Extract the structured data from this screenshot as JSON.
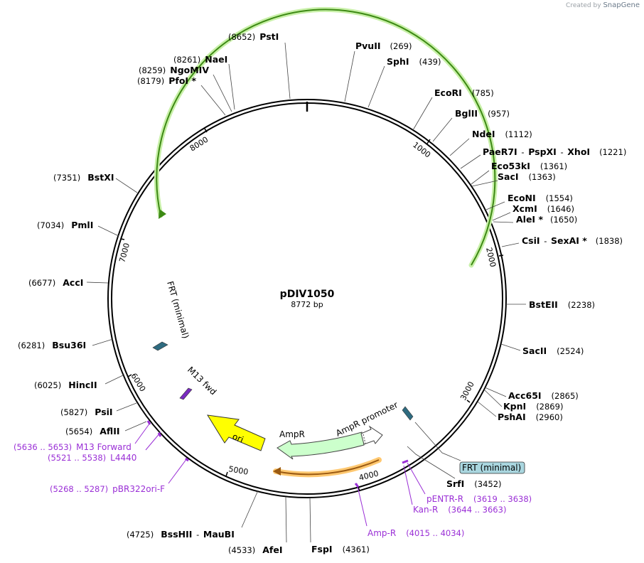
{
  "credit": {
    "prefix": "Created by",
    "brand": "SnapGene"
  },
  "plasmid": {
    "name": "pDIV1050",
    "length_bp": 8772,
    "length_label": "8772 bp"
  },
  "map": {
    "ticks": [
      {
        "pos": 1000,
        "label": "1000"
      },
      {
        "pos": 2000,
        "label": "2000"
      },
      {
        "pos": 3000,
        "label": "3000"
      },
      {
        "pos": 4000,
        "label": "4000"
      },
      {
        "pos": 5000,
        "label": "5000"
      },
      {
        "pos": 6000,
        "label": "6000"
      },
      {
        "pos": 7000,
        "label": "7000"
      },
      {
        "pos": 8000,
        "label": "8000"
      }
    ],
    "enzymes": [
      {
        "name": "PstI",
        "pos_label": "(8652)",
        "pos": 8652,
        "side": "left"
      },
      {
        "name": "PvuII",
        "pos_label": "(269)",
        "pos": 269,
        "side": "right"
      },
      {
        "name": "SphI",
        "pos_label": "(439)",
        "pos": 439,
        "side": "right"
      },
      {
        "name": "NaeI",
        "pos_label": "(8261)",
        "pos": 8261,
        "side": "left"
      },
      {
        "name": "NgoMIV",
        "pos_label": "(8259)",
        "pos": 8259,
        "side": "left"
      },
      {
        "name": "PfoI *",
        "pos_label": "(8179)",
        "pos": 8179,
        "side": "left"
      },
      {
        "name": "EcoRI",
        "pos_label": "(785)",
        "pos": 785,
        "side": "right"
      },
      {
        "name": "BglII",
        "pos_label": "(957)",
        "pos": 957,
        "side": "right"
      },
      {
        "name": "NdeI",
        "pos_label": "(1112)",
        "pos": 1112,
        "side": "right"
      },
      {
        "name": "PaeR7I",
        "sep": " - ",
        "name2": "PspXI",
        "sep2": " - ",
        "name3": "XhoI",
        "pos_label": "(1221)",
        "pos": 1221,
        "side": "right"
      },
      {
        "name": "Eco53kI",
        "pos_label": "(1361)",
        "pos": 1361,
        "side": "right"
      },
      {
        "name": "SacI",
        "pos_label": "(1363)",
        "pos": 1363,
        "side": "right"
      },
      {
        "name": "EcoNI",
        "pos_label": "(1554)",
        "pos": 1554,
        "side": "right"
      },
      {
        "name": "XcmI",
        "pos_label": "(1646)",
        "pos": 1646,
        "side": "right"
      },
      {
        "name": "AleI *",
        "pos_label": "(1650)",
        "pos": 1650,
        "side": "right"
      },
      {
        "name": "CsiI",
        "sep": " - ",
        "name2": "SexAI *",
        "pos_label": "(1838)",
        "pos": 1838,
        "side": "right"
      },
      {
        "name": "BstEII",
        "pos_label": "(2238)",
        "pos": 2238,
        "side": "right"
      },
      {
        "name": "SacII",
        "pos_label": "(2524)",
        "pos": 2524,
        "side": "right"
      },
      {
        "name": "Acc65I",
        "pos_label": "(2865)",
        "pos": 2865,
        "side": "right"
      },
      {
        "name": "KpnI",
        "pos_label": "(2869)",
        "pos": 2869,
        "side": "right"
      },
      {
        "name": "PshAI",
        "pos_label": "(2960)",
        "pos": 2960,
        "side": "right"
      },
      {
        "name": "SrfI",
        "pos_label": "(3452)",
        "pos": 3452,
        "side": "right"
      },
      {
        "name": "FspI",
        "pos_label": "(4361)",
        "pos": 4361,
        "side": "right"
      },
      {
        "name": "AfeI",
        "pos_label": "(4533)",
        "pos": 4533,
        "side": "left"
      },
      {
        "name": "BssHII",
        "sep": " - ",
        "name2": "MauBI",
        "pos_label": "(4725)",
        "pos": 4725,
        "side": "left"
      },
      {
        "name": "AflII",
        "pos_label": "(5654)",
        "pos": 5654,
        "side": "left"
      },
      {
        "name": "PsiI",
        "pos_label": "(5827)",
        "pos": 5827,
        "side": "left"
      },
      {
        "name": "HincII",
        "pos_label": "(6025)",
        "pos": 6025,
        "side": "left"
      },
      {
        "name": "Bsu36I",
        "pos_label": "(6281)",
        "pos": 6281,
        "side": "left"
      },
      {
        "name": "AccI",
        "pos_label": "(6677)",
        "pos": 6677,
        "side": "left"
      },
      {
        "name": "PmlI",
        "pos_label": "(7034)",
        "pos": 7034,
        "side": "left"
      },
      {
        "name": "BstXI",
        "pos_label": "(7351)",
        "pos": 7351,
        "side": "left"
      }
    ],
    "primers": [
      {
        "name": "M13 Forward",
        "range": "(5636 .. 5653)",
        "side": "left"
      },
      {
        "name": "L4440",
        "range": "(5521 .. 5538)",
        "side": "left"
      },
      {
        "name": "pBR322ori-F",
        "range": "(5268 .. 5287)",
        "side": "left"
      },
      {
        "name": "Amp-R",
        "range": "(4015 .. 4034)",
        "side": "right"
      },
      {
        "name": "pENTR-R",
        "range": "(3619 .. 3638)",
        "side": "right"
      },
      {
        "name": "Kan-R",
        "range": "(3644 .. 3663)",
        "side": "right"
      }
    ],
    "features": [
      {
        "name": "FRT (minimal)",
        "kind": "site",
        "color": "#2e6b80"
      },
      {
        "name": "FRT (minimal)",
        "kind": "site",
        "color": "#2e6b80",
        "boxed": true,
        "box_color": "#a9d6df"
      },
      {
        "name": "M13 fwd",
        "kind": "primer_bind",
        "color": "#7a2bc0"
      },
      {
        "name": "ori",
        "kind": "rep_origin",
        "color": "#ffff00"
      },
      {
        "name": "AmpR",
        "kind": "CDS",
        "color": "#ccffcc"
      },
      {
        "name": "AmpR promoter",
        "kind": "promoter",
        "color": "#ffffff"
      }
    ],
    "colors": {
      "backbone": "#000000",
      "green_arc": "#4a9a1a",
      "green_glow": "#c8f0a8",
      "orange_arc": "#9a5a12",
      "orange_glow": "#ffc870",
      "primer": "#9a2fd6"
    }
  }
}
